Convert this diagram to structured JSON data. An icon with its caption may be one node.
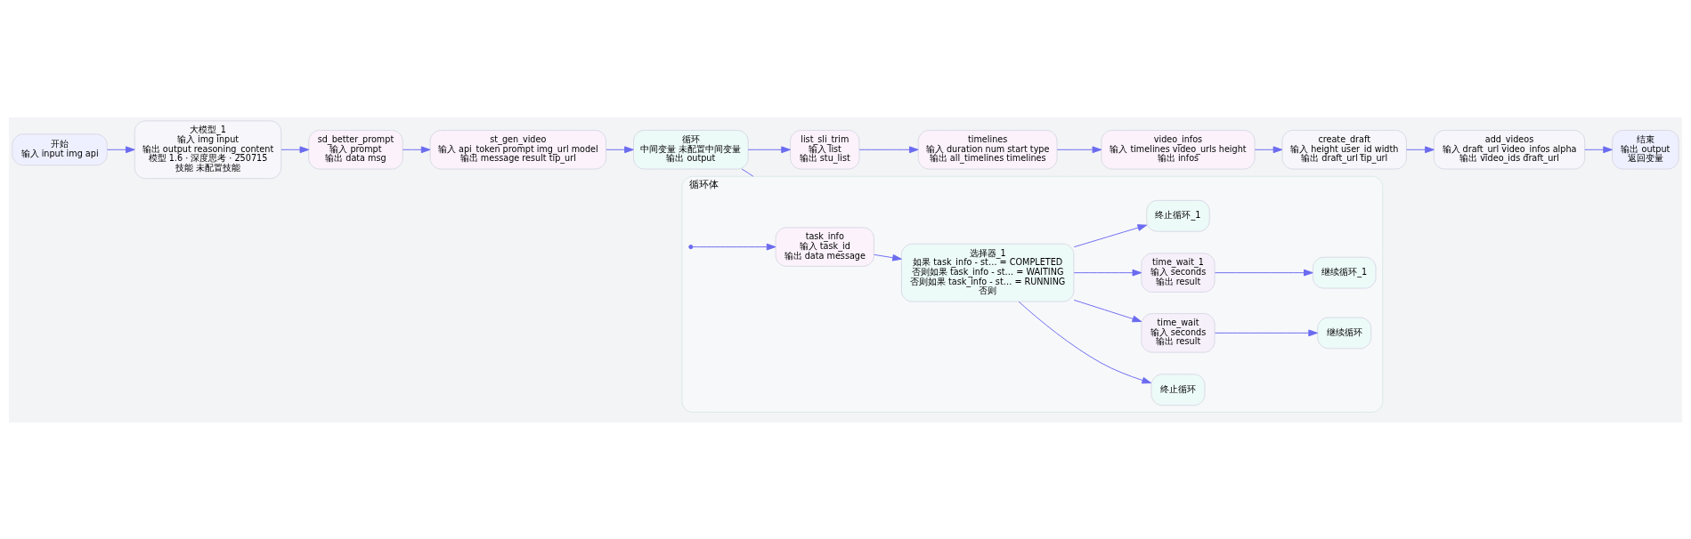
{
  "diagram": {
    "nodes": [
      {
        "text": [
          "开始",
          "输入 input img api"
        ]
      },
      {
        "text": [
          "大模型_1",
          "输入 img input",
          "输出 output reasoning_content",
          "模型 1.6 · 深度思考 · 250715",
          "技能 未配置技能"
        ]
      },
      {
        "text": [
          "sd_better_prompt",
          "输入 prompt",
          "输出 data msg"
        ]
      },
      {
        "text": [
          "st_gen_video",
          "输入 api_token prompt img_url model",
          "输出 message result tip_url"
        ]
      },
      {
        "text": [
          "循环",
          "中间变量 未配置中间变量",
          "输出 output"
        ]
      },
      {
        "text": [
          "list_sli_trim",
          "输入 list",
          "输出 stu_list"
        ]
      },
      {
        "text": [
          "timelines",
          "输入 duration num start type",
          "输出 all_timelines timelines"
        ]
      },
      {
        "text": [
          "video_infos",
          "输入 timelines video_urls height",
          "输出 infos"
        ]
      },
      {
        "text": [
          "create_draft",
          "输入 height user_id width",
          "输出 draft_url tip_url"
        ]
      },
      {
        "text": [
          "add_videos",
          "输入 draft_url video_infos alpha",
          "输出 video_ids draft_url"
        ]
      },
      {
        "text": [
          "结束",
          "输出 output",
          "返回变量"
        ]
      },
      {
        "text": [
          "循环体"
        ]
      },
      {
        "text": [
          "task_info",
          "输入 task_id",
          "输出 data message"
        ],
        "in": 11
      },
      {
        "text": [
          "选择器_1",
          "如果 task_info - st… = COMPLETED",
          "否则如果 task_info - st… = WAITING",
          "否则如果 task_info - st… = RUNNING",
          "否则"
        ],
        "in": 11
      },
      {
        "text": [
          "终止循环"
        ],
        "in": 11
      },
      {
        "text": [
          "time_wait",
          "输入 seconds",
          "输出 result"
        ],
        "in": 11
      },
      {
        "text": [
          "继续循环"
        ],
        "in": 11
      },
      {
        "text": [
          "time_wait_1",
          "输入 seconds",
          "输出 result"
        ],
        "in": 11
      },
      {
        "text": [
          "继续循环_1"
        ],
        "in": 11
      },
      {
        "text": [
          "终止循环_1"
        ],
        "in": 11
      }
    ],
    "edges": [
      {
        "from": 0,
        "to": 1,
        "arrow": "to"
      },
      {
        "from": 1,
        "to": 2,
        "arrow": "to"
      },
      {
        "from": 2,
        "to": 3,
        "arrow": "to"
      },
      {
        "from": 3,
        "to": 4,
        "arrow": "to"
      },
      {
        "from": 4,
        "to": 5,
        "arrow": "to"
      },
      {
        "from": 5,
        "to": 6,
        "arrow": "to"
      },
      {
        "from": 6,
        "to": 7,
        "arrow": "to"
      },
      {
        "from": 7,
        "to": 8,
        "arrow": "to"
      },
      {
        "from": 8,
        "to": 9,
        "arrow": "to"
      },
      {
        "from": 9,
        "to": 10,
        "arrow": "to"
      },
      {
        "from": 4,
        "to": 11,
        "arrow": "none"
      },
      {
        "from": 11,
        "to": 12,
        "arrow": "to"
      },
      {
        "from": 12,
        "to": 13,
        "arrow": "to"
      },
      {
        "from": 13,
        "to": 14,
        "arrow": "to"
      },
      {
        "from": 13,
        "to": 15,
        "arrow": "to"
      },
      {
        "from": 13,
        "to": 17,
        "arrow": "to"
      },
      {
        "from": 13,
        "to": 19,
        "arrow": "to"
      },
      {
        "from": 15,
        "to": 16,
        "arrow": "to"
      },
      {
        "from": 17,
        "to": 18,
        "arrow": "to"
      }
    ]
  }
}
